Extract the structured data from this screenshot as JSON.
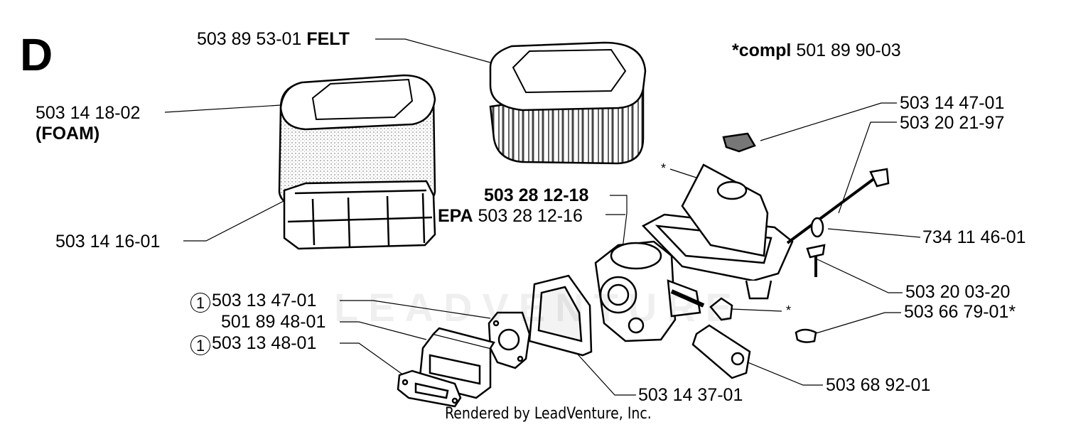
{
  "section_letter": "D",
  "kit_note": {
    "prefix": "*compl",
    "number": "501 89 90-03"
  },
  "labels": {
    "felt_number": "503 89 53-01",
    "felt_word": "FELT",
    "foam_number": "503 14 18-02",
    "foam_word": "(FOAM)",
    "foam_support": "503 14 16-01",
    "carb": "503 28 12-18",
    "carb_epa_prefix": "EPA",
    "carb_epa_number": "503 28 12-16",
    "gasket_a_ref": "1",
    "gasket_a": "503 13 47-01",
    "intake": "501 89 48-01",
    "gasket_b_ref": "1",
    "gasket_b": "503 13 48-01",
    "filter_frame": "503 14 37-01",
    "pad": "503 14 47-01",
    "bolt_long": "503 20 21-97",
    "washer": "734 11 46-01",
    "screw": "503 20 03-20",
    "plug": "503 66 79-01*",
    "tube": "503 68 92-01",
    "star_bracket": "*",
    "star_nipple": "*"
  },
  "footer": "Rendered by LeadVenture, Inc.",
  "watermark": "LEADVENTURE"
}
